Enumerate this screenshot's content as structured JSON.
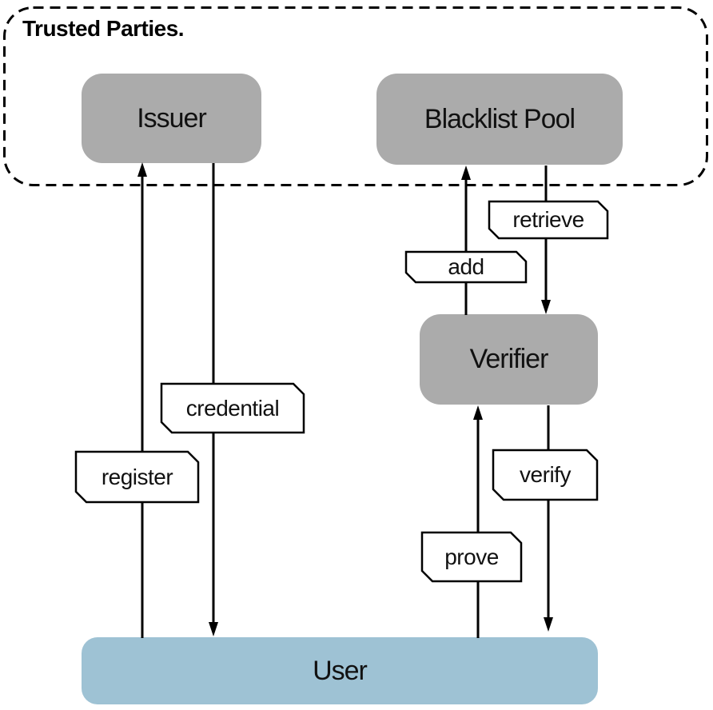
{
  "figure": {
    "group": {
      "title": "Trusted Parties."
    },
    "nodes": {
      "issuer": {
        "label": "Issuer",
        "group": "trusted"
      },
      "blacklist_pool": {
        "label": "Blacklist Pool",
        "group": "trusted"
      },
      "verifier": {
        "label": "Verifier",
        "group": "none"
      },
      "user": {
        "label": "User",
        "group": "none"
      }
    },
    "edges": {
      "register": {
        "label": "register",
        "from": "user",
        "to": "issuer"
      },
      "credential": {
        "label": "credential",
        "from": "issuer",
        "to": "user"
      },
      "add": {
        "label": "add",
        "from": "verifier",
        "to": "blacklist_pool"
      },
      "retrieve": {
        "label": "retrieve",
        "from": "blacklist_pool",
        "to": "verifier"
      },
      "prove": {
        "label": "prove",
        "from": "user",
        "to": "verifier"
      },
      "verify": {
        "label": "verify",
        "from": "verifier",
        "to": "user"
      }
    },
    "colors": {
      "trusted_node": "#ababab",
      "user_node": "#9ec2d4",
      "line": "#000000",
      "label_bg": "#ffffff"
    }
  }
}
